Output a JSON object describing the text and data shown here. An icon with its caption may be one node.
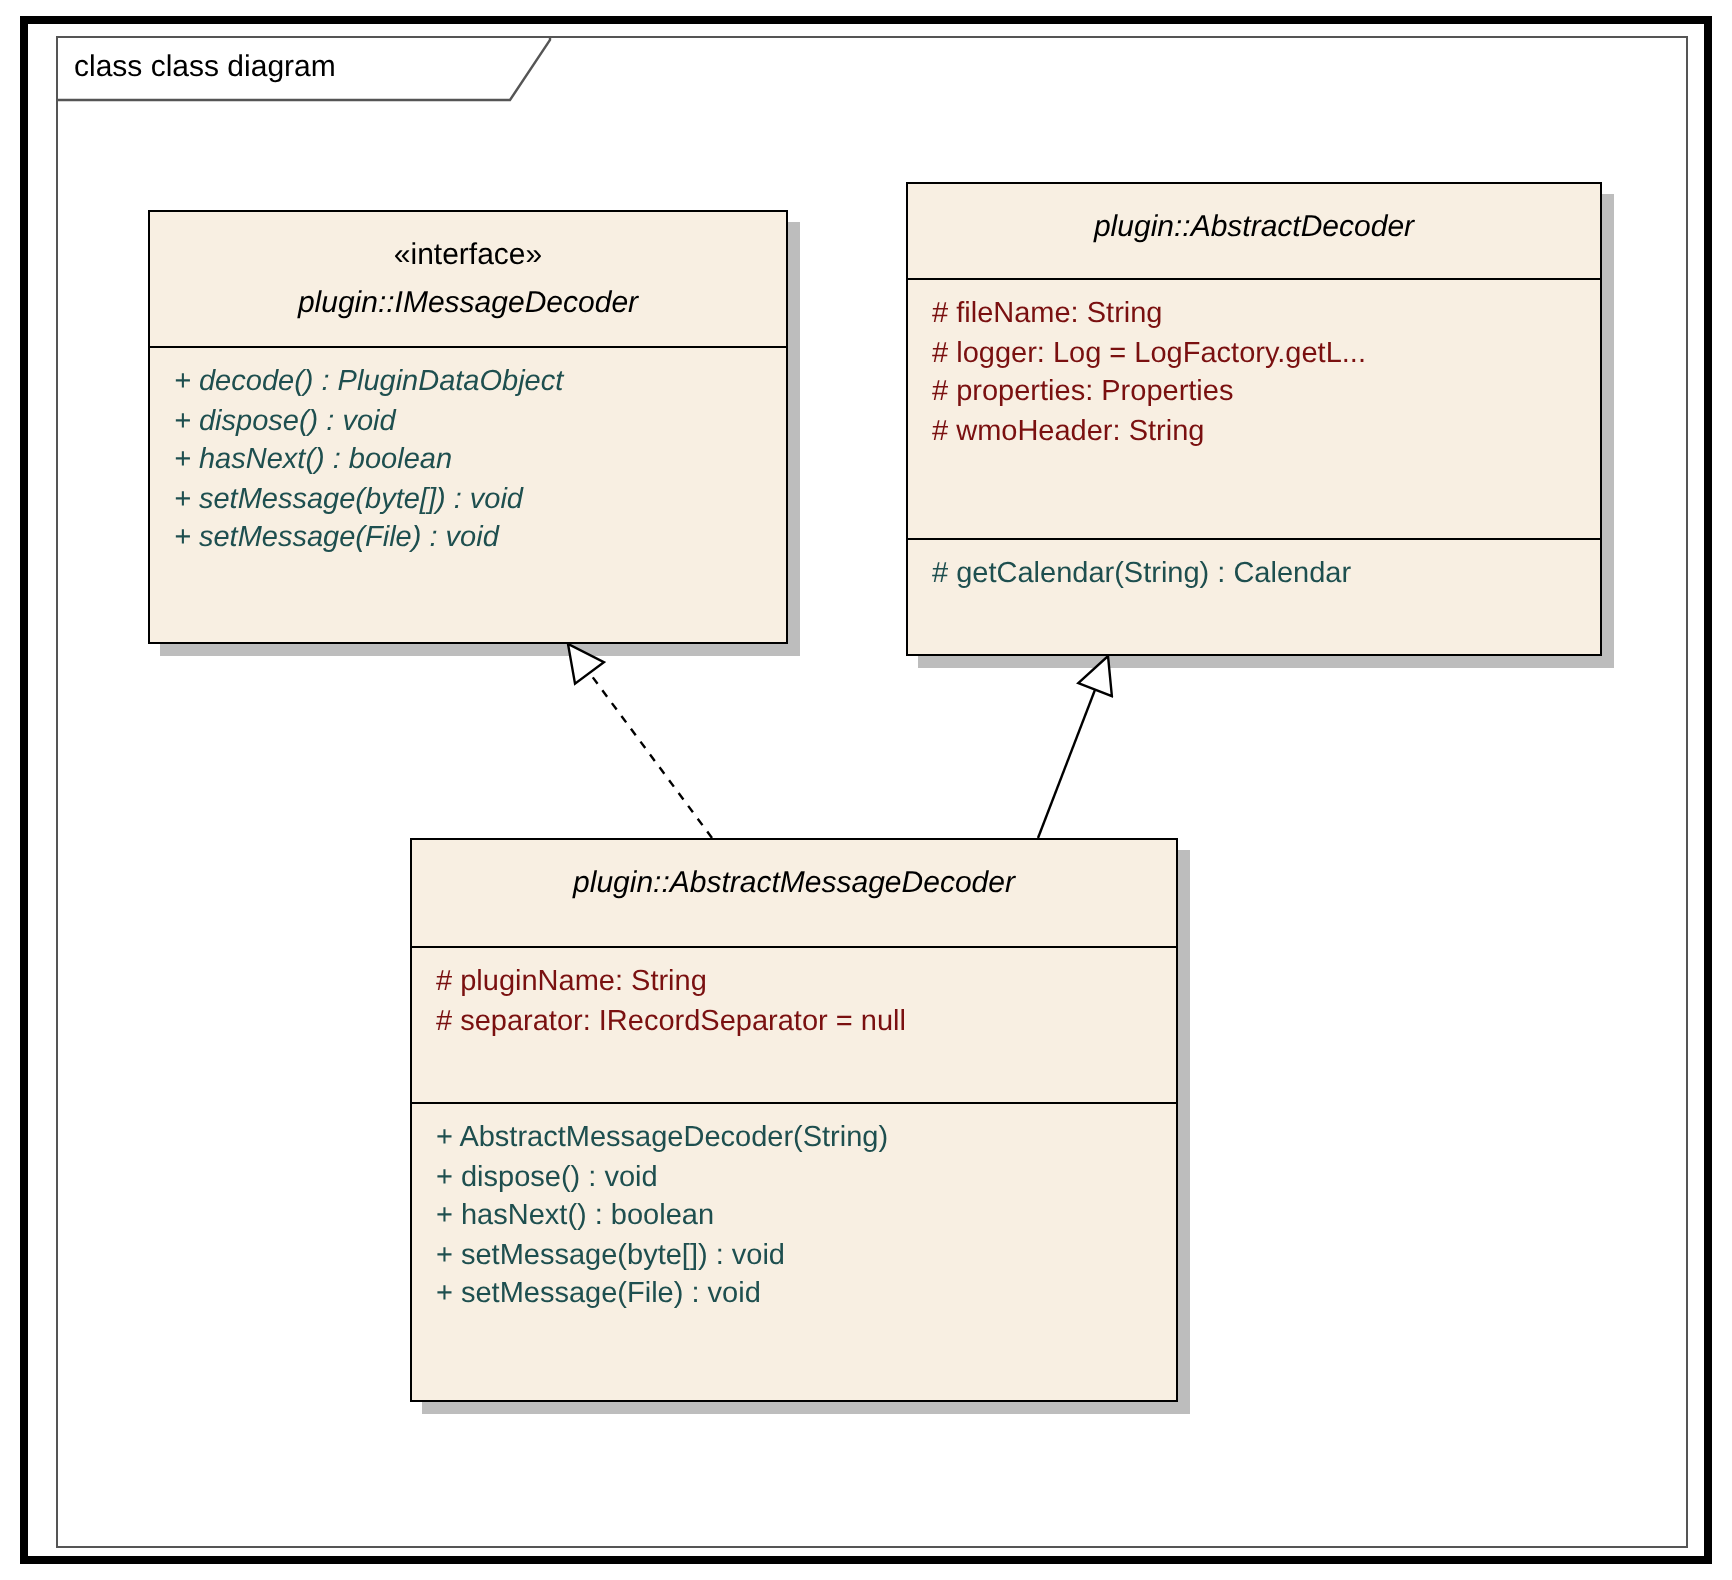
{
  "diagram": {
    "nodes": [
      {
        "text": [
          "class class diagram"
        ]
      },
      {
        "text": [
          "«interface»",
          "plugin::IMessageDecoder"
        ],
        "in": 0
      },
      {
        "text": [
          "+ decode() : PluginDataObject",
          "+ dispose() : void",
          "+ hasNext() : boolean",
          "+ setMessage(byte[]) : void",
          "+ setMessage(File) : void"
        ],
        "in": 1
      },
      {
        "text": [
          "plugin::AbstractDecoder"
        ],
        "in": 0
      },
      {
        "text": [
          "# fileName: String",
          "# logger: Log = LogFactory.getL...",
          "# properties: Properties",
          "# wmoHeader: String"
        ],
        "in": 3
      },
      {
        "text": [
          "# getCalendar(String) : Calendar"
        ],
        "in": 3
      },
      {
        "text": [
          "plugin::AbstractMessageDecoder"
        ],
        "in": 0
      },
      {
        "text": [
          "# pluginName: String",
          "# separator: IRecordSeparator = null"
        ],
        "in": 6
      },
      {
        "text": [
          "+ AbstractMessageDecoder(String)",
          "+ dispose() : void",
          "+ hasNext() : boolean",
          "+ setMessage(byte[]) : void",
          "+ setMessage(File) : void"
        ],
        "in": 6
      }
    ],
    "edges": [
      {
        "from": 6,
        "to": 1,
        "arrow": "to",
        "style": "dashed"
      },
      {
        "from": 6,
        "to": 3,
        "arrow": "to"
      }
    ]
  }
}
